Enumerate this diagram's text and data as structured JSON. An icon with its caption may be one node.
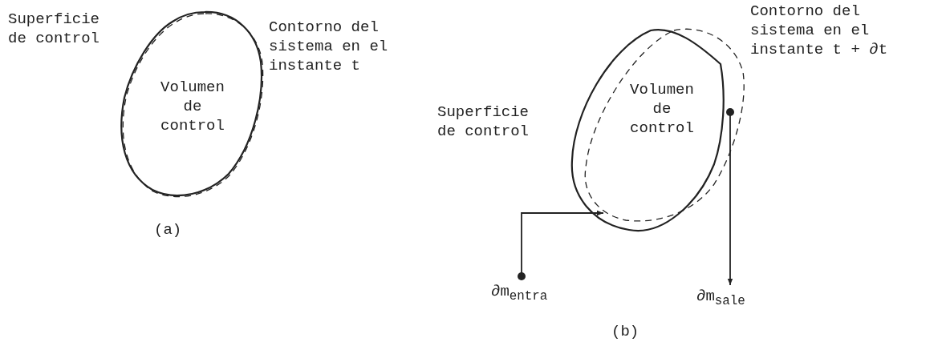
{
  "diagram": {
    "nodes": [
      {
        "text": [
          "Volumen de control"
        ],
        "beside": [
          "Superficie de control",
          "Contorno del sistema en el instante t"
        ]
      },
      {
        "text": [
          "Volumen de control"
        ],
        "beside": [
          "Contorno del sistema en el instante t + ∂t",
          "Superficie de control"
        ]
      },
      {
        "text": [
          "∂m$_{entra}$"
        ]
      },
      {
        "text": [
          "∂m$_{sale}$"
        ]
      }
    ],
    "edges": [
      {
        "from": 2,
        "to": 1,
        "arrow": "to"
      },
      {
        "from": 1,
        "to": 3,
        "arrow": "to"
      }
    ],
    "labels": [
      "(a)",
      "(b)"
    ]
  }
}
